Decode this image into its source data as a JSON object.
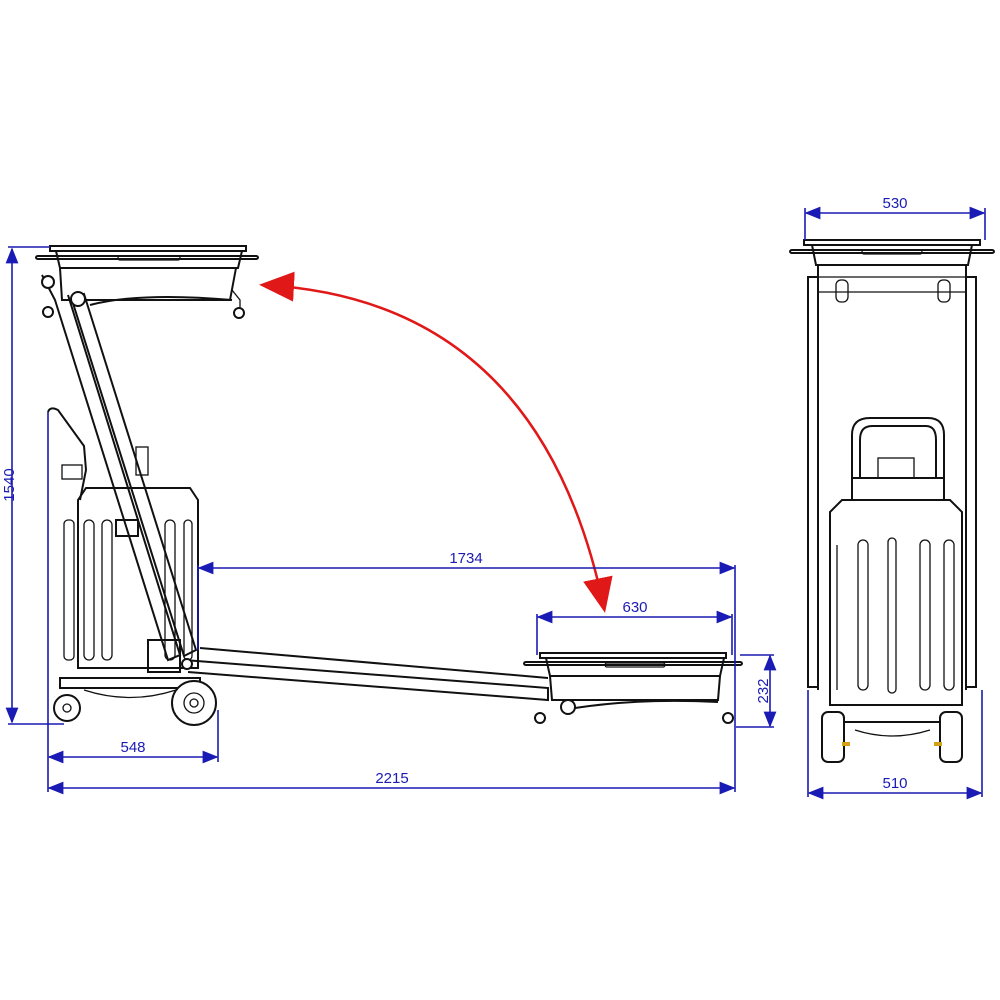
{
  "dimensions": {
    "total_height": "1540",
    "base_width": "548",
    "total_length": "2215",
    "arm_reach": "1734",
    "tray_width": "630",
    "tray_low_height": "232",
    "front_top_width": "530",
    "front_base_width": "510"
  },
  "colors": {
    "dimension": "#1a1ab4",
    "motion_arrow": "#e01818",
    "outline": "#111111"
  }
}
